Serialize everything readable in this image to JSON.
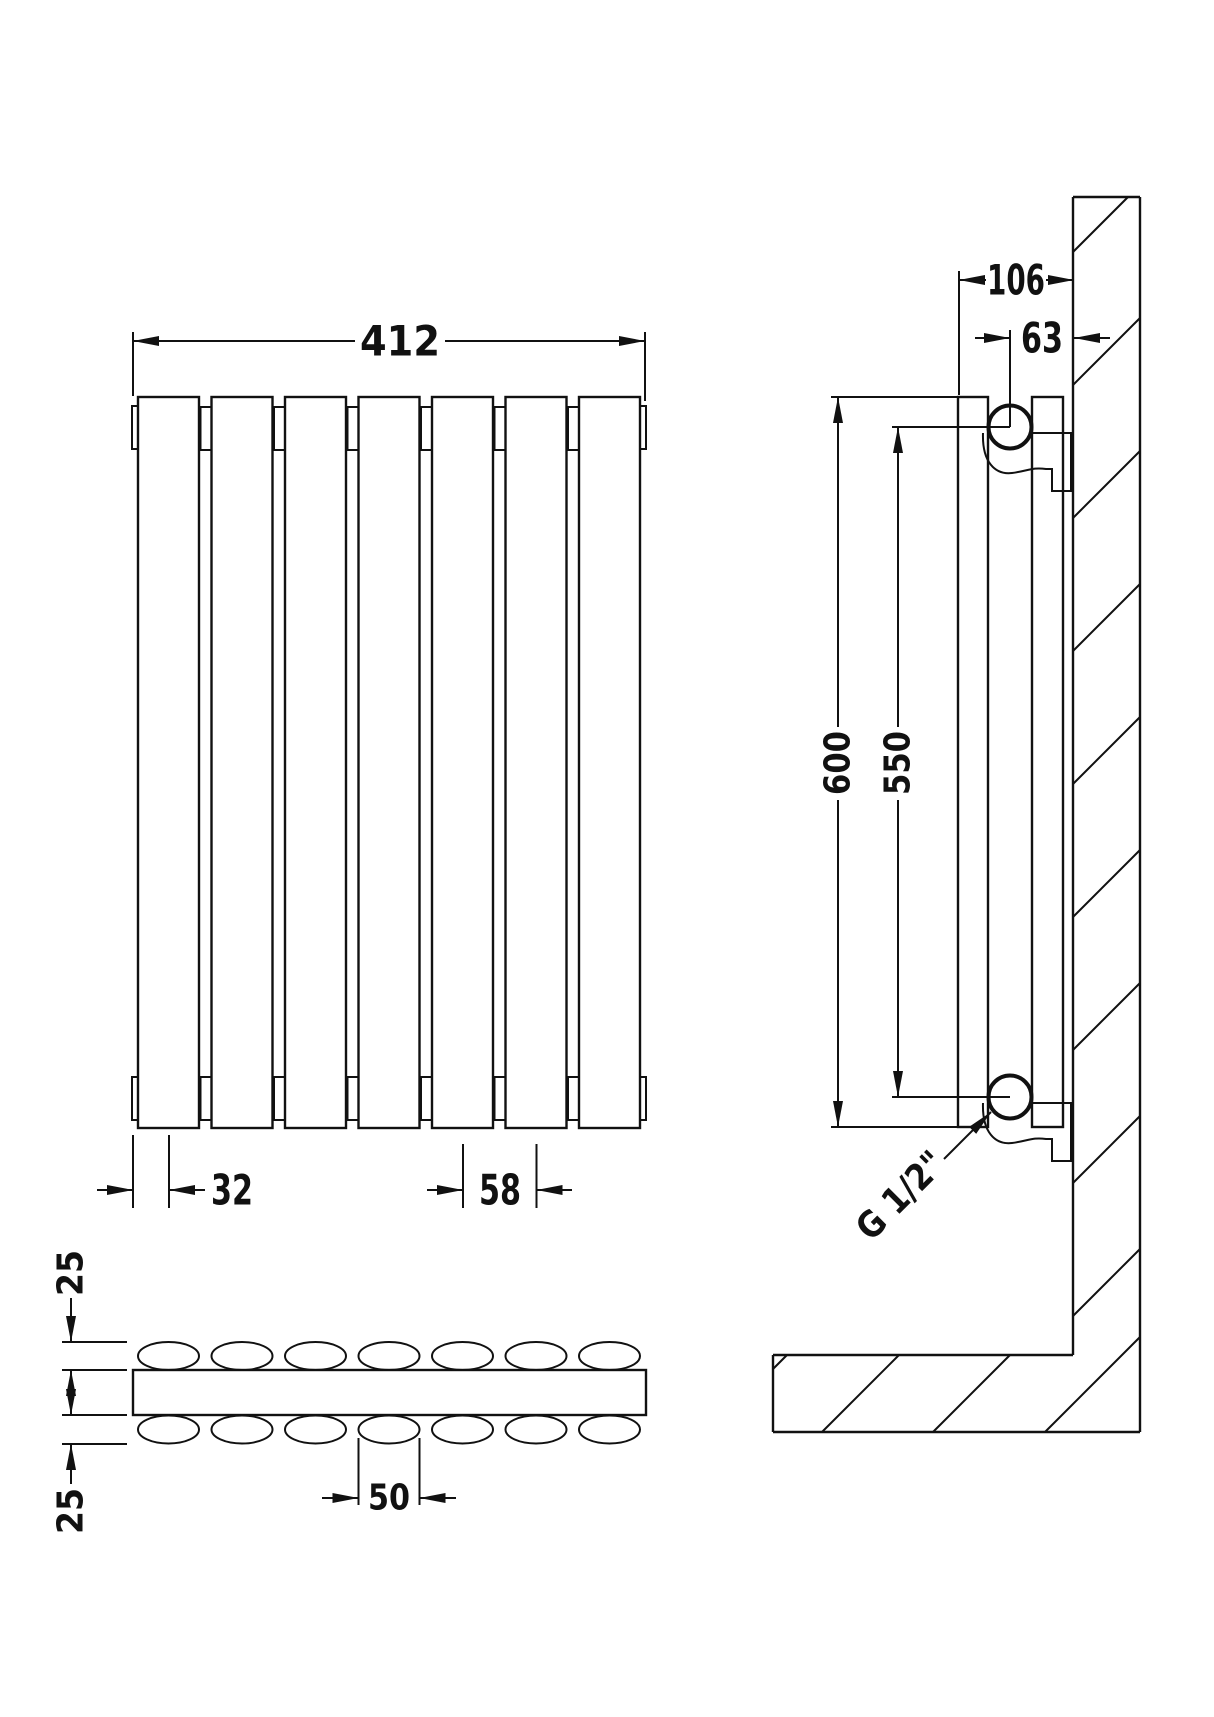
{
  "drawing": {
    "description": "Radiator technical dimension drawing, three orthographic views",
    "front_view": {
      "width_label": "412",
      "end_offset_label": "32",
      "panel_pitch_label": "58",
      "panel_count": 7
    },
    "side_view": {
      "depth_label": "106",
      "pipe_to_wall_label": "63",
      "height_label": "600",
      "pipe_centres_label": "550",
      "connection_label": "G 1/2\""
    },
    "plan_view": {
      "top_tube_label": "25",
      "bottom_tube_label": "25",
      "tube_width_label": "50",
      "tube_count": 14
    }
  },
  "colors": {
    "line": "#111111",
    "background": "#ffffff"
  }
}
